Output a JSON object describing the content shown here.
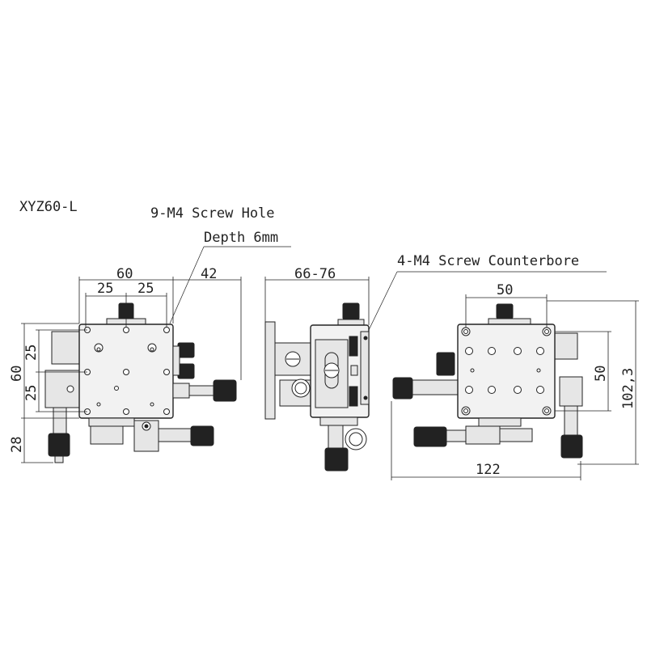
{
  "model": "XYZ60-L",
  "callouts": {
    "screw_hole_line1": "9-M4 Screw Hole",
    "screw_hole_line2": "Depth 6mm",
    "counterbore": "4-M4 Screw Counterbore"
  },
  "front_view": {
    "dim_width": "60",
    "dim_left_25": "25",
    "dim_right_25": "25",
    "dim_offset": "42",
    "dim_height": "60",
    "dim_vert_25_top": "25",
    "dim_vert_25_bottom": "25",
    "dim_micrometer": "28"
  },
  "side_view": {
    "dim_height_range": "66-76"
  },
  "top_view": {
    "dim_hole_spacing_h": "50",
    "dim_hole_spacing_v": "50",
    "dim_total_height": "102,3",
    "dim_total_length": "122"
  }
}
